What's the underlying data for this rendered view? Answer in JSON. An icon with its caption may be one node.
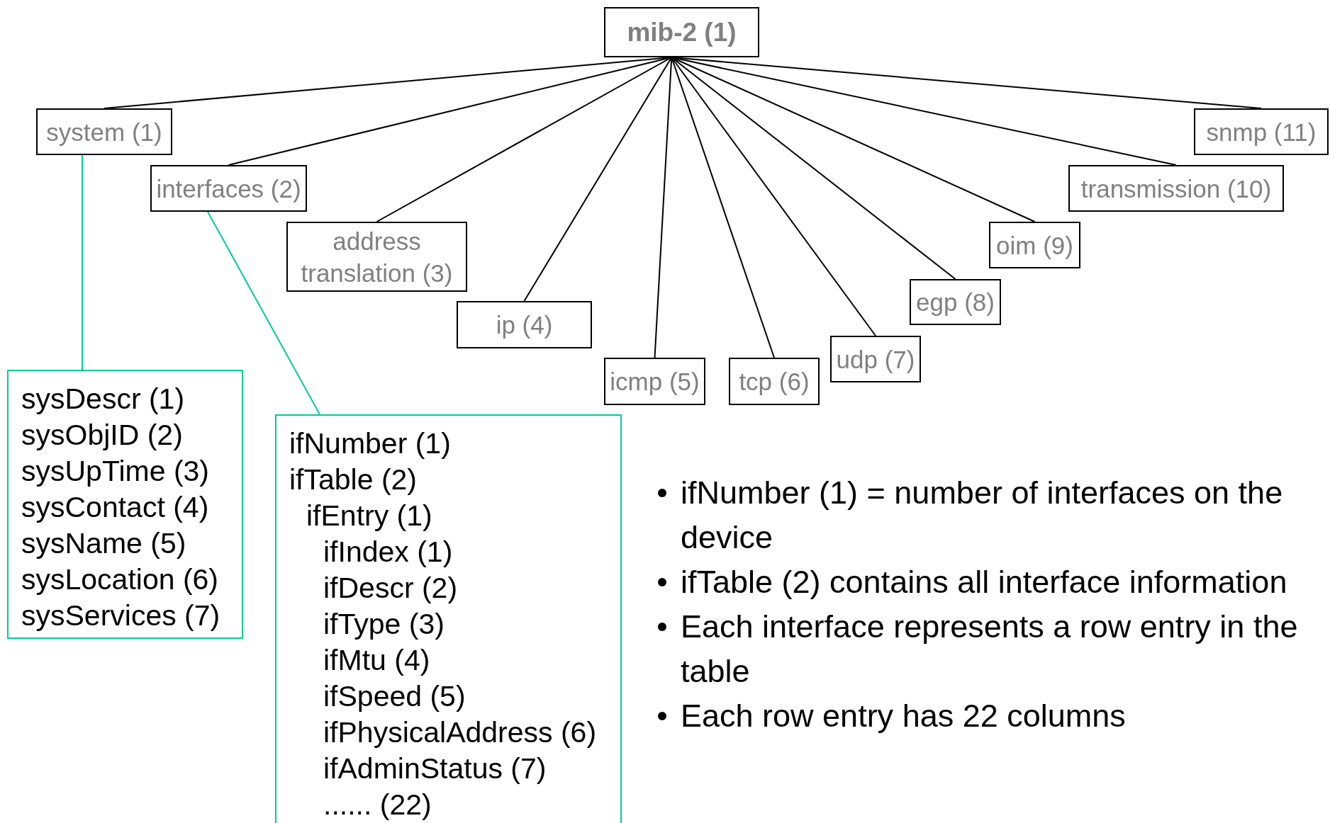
{
  "diagram": {
    "nodes": [
      {
        "text": [
          "mib-2 (1)"
        ]
      },
      {
        "text": [
          "system (1)"
        ]
      },
      {
        "text": [
          "interfaces (2)"
        ]
      },
      {
        "text": [
          "address translation (3)"
        ]
      },
      {
        "text": [
          "ip (4)"
        ]
      },
      {
        "text": [
          "icmp (5)"
        ]
      },
      {
        "text": [
          "tcp (6)"
        ]
      },
      {
        "text": [
          "udp (7)"
        ]
      },
      {
        "text": [
          "egp (8)"
        ]
      },
      {
        "text": [
          "oim (9)"
        ]
      },
      {
        "text": [
          "transmission (10)"
        ]
      },
      {
        "text": [
          "snmp (11)"
        ]
      },
      {
        "text": [
          "sysDescr (1)",
          "sysObjID (2)",
          "sysUpTime (3)",
          "sysContact (4)",
          "sysName (5)",
          "sysLocation (6)",
          "sysServices (7)"
        ]
      },
      {
        "text": [
          "ifNumber (1)",
          "ifTable (2)",
          "ifEntry (1)",
          "ifIndex (1)",
          "ifDescr (2)",
          "ifType (3)",
          "ifMtu (4)",
          "ifSpeed (5)",
          "ifPhysicalAddress (6)",
          "ifAdminStatus (7)",
          "...... (22)"
        ]
      }
    ],
    "edges": [
      {
        "from": 0,
        "to": 1,
        "arrow": "none"
      },
      {
        "from": 0,
        "to": 2,
        "arrow": "none"
      },
      {
        "from": 0,
        "to": 3,
        "arrow": "none"
      },
      {
        "from": 0,
        "to": 4,
        "arrow": "none"
      },
      {
        "from": 0,
        "to": 5,
        "arrow": "none"
      },
      {
        "from": 0,
        "to": 6,
        "arrow": "none"
      },
      {
        "from": 0,
        "to": 7,
        "arrow": "none"
      },
      {
        "from": 0,
        "to": 8,
        "arrow": "none"
      },
      {
        "from": 0,
        "to": 9,
        "arrow": "none"
      },
      {
        "from": 0,
        "to": 10,
        "arrow": "none"
      },
      {
        "from": 0,
        "to": 11,
        "arrow": "none"
      },
      {
        "from": 1,
        "to": 12,
        "arrow": "none",
        "color": "#00cc99"
      },
      {
        "from": 2,
        "to": 13,
        "arrow": "none",
        "color": "#00cc99"
      }
    ],
    "labels": [
      "ifNumber (1) = number of interfaces on the device",
      "ifTable (2) contains all interface information",
      "Each interface represents a row entry in the table",
      "Each row entry has 22 columns"
    ]
  }
}
